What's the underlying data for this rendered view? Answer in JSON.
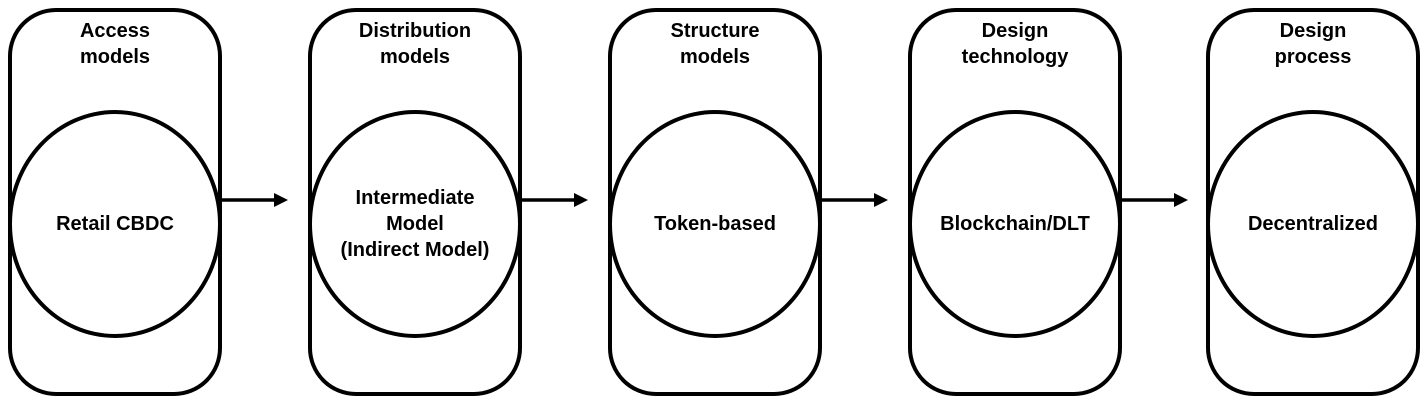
{
  "page": {
    "background": "#ffffff",
    "line_color": "#000000",
    "text_color": "#000000"
  },
  "diagram": {
    "type": "flow-diagram",
    "connector": "arrow-right",
    "stages": [
      {
        "title": "Access\nmodels",
        "label": "Retail CBDC"
      },
      {
        "title": "Distribution\nmodels",
        "label": "Intermediate\nModel\n(Indirect Model)"
      },
      {
        "title": "Structure\nmodels",
        "label": "Token-based"
      },
      {
        "title": "Design\ntechnology",
        "label": "Blockchain/DLT"
      },
      {
        "title": "Design\nprocess",
        "label": "Decentralized"
      }
    ]
  }
}
